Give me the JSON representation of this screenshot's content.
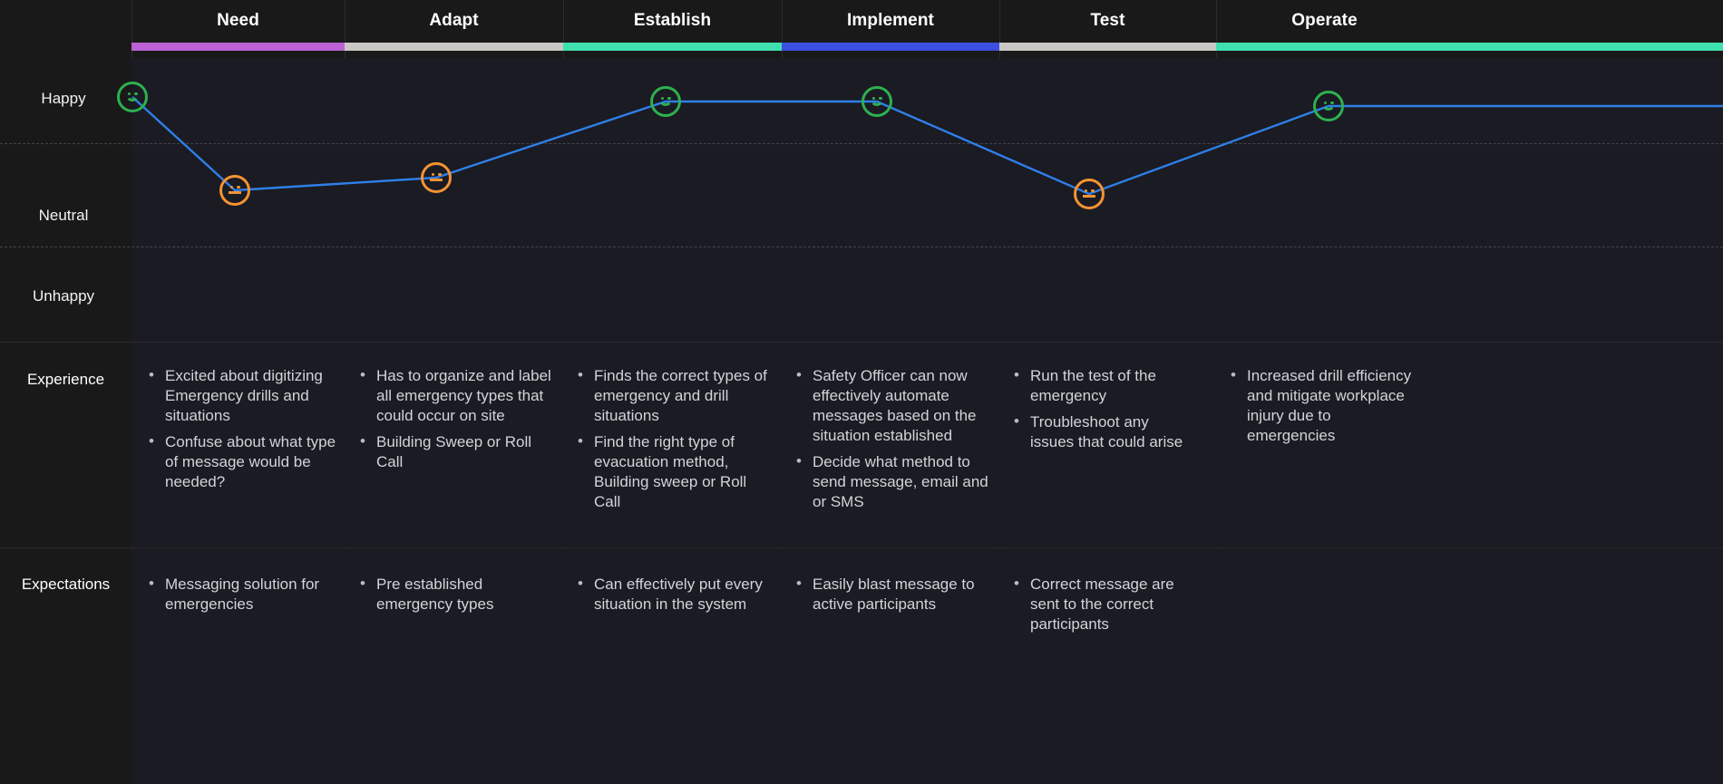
{
  "phases": [
    {
      "label": "Need",
      "color": "#bc62d6"
    },
    {
      "label": "Adapt",
      "color": "#c9c8c4"
    },
    {
      "label": "Establish",
      "color": "#3fe0b0"
    },
    {
      "label": "Implement",
      "color": "#3b4fe0"
    },
    {
      "label": "Test",
      "color": "#c9c8c4"
    },
    {
      "label": "Operate",
      "color": "#3fe0b0"
    }
  ],
  "emotion_axis": {
    "happy": "Happy",
    "neutral": "Neutral",
    "unhappy": "Unhappy"
  },
  "rows": {
    "experience_label": "Experience",
    "expectations_label": "Expectations"
  },
  "colors": {
    "background": "#191919",
    "panel": "#1a1b23",
    "line": "#2f7fe8",
    "happy_face": "#2db14f",
    "neutral_face": "#f59332",
    "grid": "#45454a",
    "text": "#ffffff",
    "body_text": "#d2d4d9"
  },
  "chart_data": {
    "type": "line",
    "title": "",
    "xlabel": "",
    "ylabel": "",
    "categories": [
      "Need",
      "Adapt",
      "Establish",
      "Implement",
      "Test",
      "Operate"
    ],
    "y_tick_labels": [
      "Happy",
      "Neutral",
      "Unhappy"
    ],
    "series": [
      {
        "name": "Emotion",
        "values": [
          "Happy",
          "Neutral",
          "Happy",
          "Happy",
          "Neutral",
          "Happy"
        ],
        "numeric_values": [
          3,
          2,
          3,
          3,
          2,
          3
        ],
        "point_faces": [
          "happy",
          "neutral",
          "happy",
          "happy",
          "neutral",
          "happy"
        ]
      }
    ],
    "grid": true,
    "legend": "none"
  },
  "experience": [
    [
      "Excited about digitizing Emergency drills and situations",
      "Confuse about what type of message would be needed?"
    ],
    [
      "Has to organize and label all emergency types that could occur on site",
      "Building Sweep or Roll Call"
    ],
    [
      "Finds the correct types of emergency and drill situations",
      "Find the right type of evacuation method, Building sweep or Roll Call"
    ],
    [
      "Safety Officer can now effectively automate messages based on the situation established",
      "Decide what method to send message, email and or SMS"
    ],
    [
      "Run the test of the emergency",
      "Troubleshoot any issues that could arise"
    ],
    [
      "Increased drill efficiency and mitigate workplace injury due to emergencies"
    ]
  ],
  "expectations": [
    [
      "Messaging solution for emergencies"
    ],
    [
      "Pre established emergency types"
    ],
    [
      "Can effectively put every situation in the system"
    ],
    [
      "Easily blast message to active participants"
    ],
    [
      "Correct message are sent to the correct participants"
    ],
    []
  ]
}
